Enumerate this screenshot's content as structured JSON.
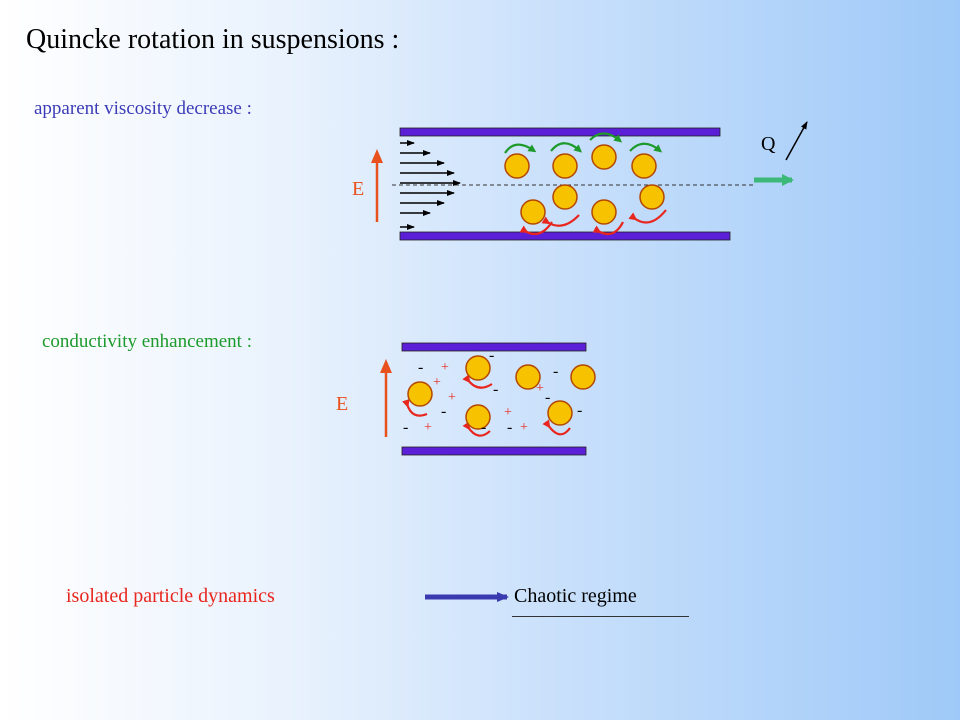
{
  "title": "Quincke rotation in suspensions :",
  "viscosity": {
    "label": "apparent viscosity decrease :",
    "field_label": "E",
    "flow_label": "Q"
  },
  "conductivity": {
    "label": "conductivity enhancement :",
    "field_label": "E",
    "charges": [
      "-",
      "+",
      "+",
      "+",
      "-",
      "-",
      "-",
      "-",
      "+",
      "-",
      "+",
      "-",
      "-",
      "+",
      "-",
      "+",
      "-"
    ]
  },
  "bottom": {
    "isolated_label": "isolated particle dynamics",
    "chaotic_label": "Chaotic regime"
  },
  "colors": {
    "plate": "#5a1fd6",
    "particle": "#f7c200",
    "particle_stroke": "#b34700",
    "field_arrow": "#e8501d",
    "rotation_green": "#1e9a2c",
    "rotation_red": "#e8261d",
    "flow_arrow": "#3cb878",
    "transition_arrow": "#3a3ab0"
  }
}
